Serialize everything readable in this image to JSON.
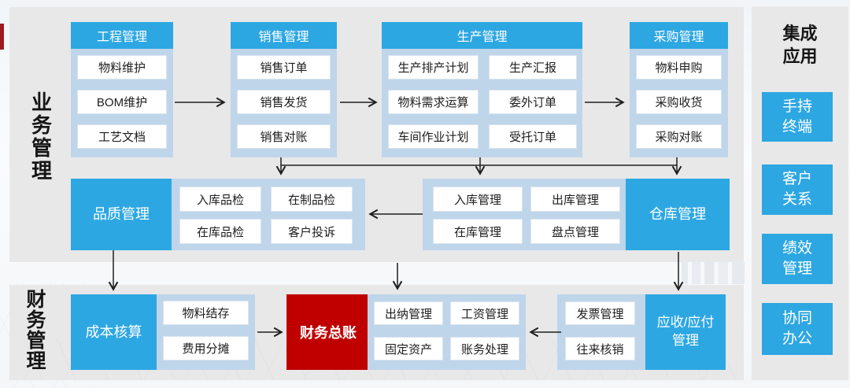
{
  "colors": {
    "accent_blue": "#2da7e2",
    "light_blue": "#bfd5ea",
    "alert_red": "#c00000",
    "panel_gray": "#e8e8e9"
  },
  "left_labels": {
    "business": "业务管理",
    "finance": "财务管理"
  },
  "top_groups": {
    "engineering": {
      "title": "工程管理",
      "items": [
        "物料维护",
        "BOM维护",
        "工艺文档"
      ]
    },
    "sales": {
      "title": "销售管理",
      "items": [
        "销售订单",
        "销售发货",
        "销售对账"
      ]
    },
    "production": {
      "title": "生产管理",
      "col1": [
        "生产排产计划",
        "物料需求运算",
        "车间作业计划"
      ],
      "col2": [
        "生产汇报",
        "委外订单",
        "受托订单"
      ]
    },
    "purchasing": {
      "title": "采购管理",
      "items": [
        "物料申购",
        "采购收货",
        "采购对账"
      ]
    }
  },
  "middle_row": {
    "quality": {
      "title": "品质管理",
      "items": [
        "入库品检",
        "在制品检",
        "在库品检",
        "客户投诉"
      ]
    },
    "warehouse": {
      "title": "仓库管理",
      "items": [
        "入库管理",
        "出库管理",
        "在库管理",
        "盘点管理"
      ]
    }
  },
  "bottom_row": {
    "cost": {
      "title": "成本核算",
      "items": [
        "物料结存",
        "费用分摊"
      ]
    },
    "ledger": {
      "title": "财务总账"
    },
    "cashier": {
      "items": [
        "出纳管理",
        "工资管理",
        "固定资产",
        "账务处理"
      ]
    },
    "receivable": {
      "title": "应收/应付\n管理",
      "items": [
        "发票管理",
        "往来核销"
      ]
    }
  },
  "integration": {
    "title": "集成\n应用",
    "items": [
      "手持\n终端",
      "客户\n关系",
      "绩效\n管理",
      "协同\n办公"
    ]
  }
}
